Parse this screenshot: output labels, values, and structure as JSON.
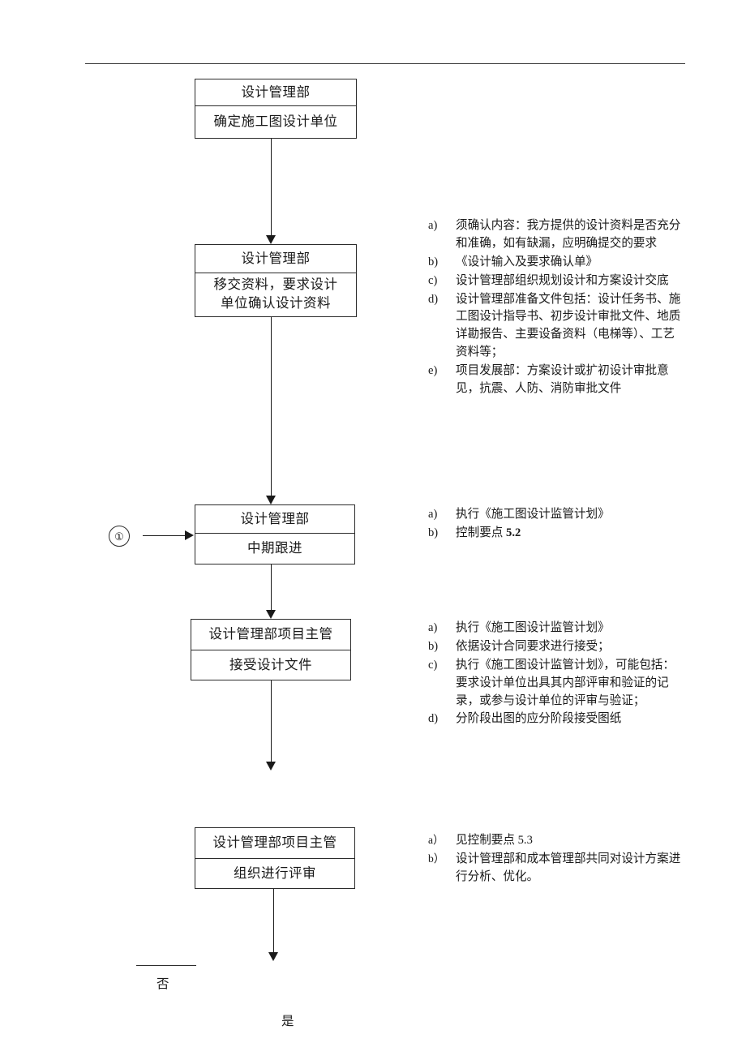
{
  "document": {
    "type": "flowchart",
    "title": "设计管理流程图",
    "language": "zh-CN"
  },
  "nodes": [
    {
      "id": "node-1",
      "role": "设计管理部",
      "action": "确定施工图设计单位"
    },
    {
      "id": "node-2",
      "role": "设计管理部",
      "action": "移交资料，要求设计\n单位确认设计资料"
    },
    {
      "id": "node-3",
      "role": "设计管理部",
      "action": "中期跟进"
    },
    {
      "id": "node-4",
      "role": "设计管理部项目主管",
      "action": "接受设计文件"
    },
    {
      "id": "node-5",
      "role": "设计管理部项目主管",
      "action": "组织进行评审"
    }
  ],
  "marker": {
    "label": "①"
  },
  "branch": {
    "no_label": "否",
    "yes_label": "是"
  },
  "notes": [
    {
      "id": "notes-1",
      "items": [
        {
          "marker": "a)",
          "text": "须确认内容：我方提供的设计资料是否充分和准确，如有缺漏，应明确提交的要求"
        },
        {
          "marker": "b)",
          "text": "《设计输入及要求确认单》"
        },
        {
          "marker": "c)",
          "text": "设计管理部组织规划设计和方案设计交底"
        },
        {
          "marker": "d)",
          "text": "设计管理部准备文件包括：设计任务书、施工图设计指导书、初步设计审批文件、地质详勘报告、主要设备资料（电梯等）、工艺资料等；"
        },
        {
          "marker": "e)",
          "text": "项目发展部：方案设计或扩初设计审批意见，抗震、人防、消防审批文件"
        }
      ]
    },
    {
      "id": "notes-2",
      "items": [
        {
          "marker": "a)",
          "text": "执行《施工图设计监管计划》"
        },
        {
          "marker": "b)",
          "text": "控制要点 ",
          "bold_text": "5.2"
        }
      ]
    },
    {
      "id": "notes-3",
      "items": [
        {
          "marker": "a)",
          "text": "执行《施工图设计监管计划》"
        },
        {
          "marker": "b)",
          "text": "依据设计合同要求进行接受；"
        },
        {
          "marker": "c)",
          "text": "执行《施工图设计监管计划》，可能包括：要求设计单位出具其内部评审和验证的记录，或参与设计单位的评审与验证；"
        },
        {
          "marker": "d)",
          "text": "分阶段出图的应分阶段接受图纸"
        }
      ]
    },
    {
      "id": "notes-4",
      "items": [
        {
          "marker": "a）",
          "text": "见控制要点 5.3"
        },
        {
          "marker": "b）",
          "text": "设计管理部和成本管理部共同对设计方案进行分析、优化。"
        }
      ]
    }
  ]
}
